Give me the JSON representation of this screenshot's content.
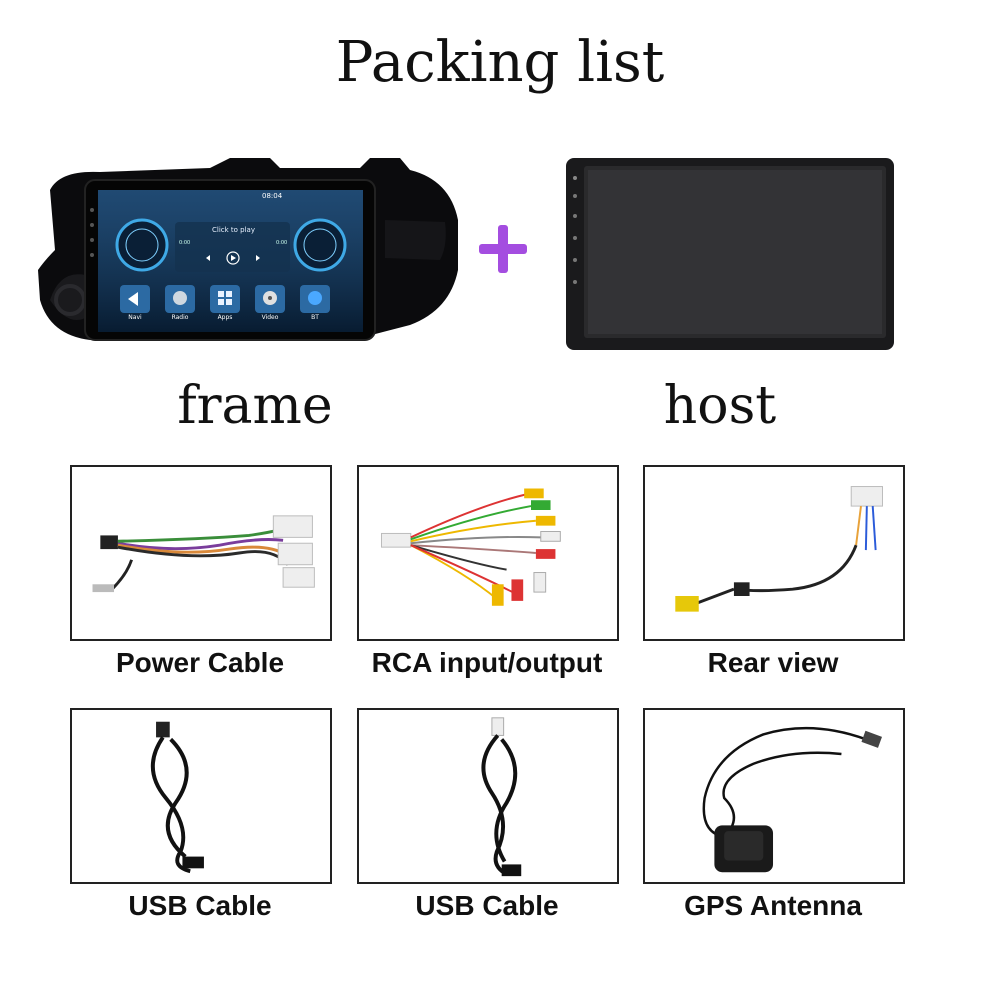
{
  "title": "Packing list",
  "frame_label": "frame",
  "host_label": "host",
  "screen": {
    "time": "08:04",
    "click_to_play": "Click to play",
    "left_time": "0:00",
    "right_time": "0:00",
    "apps": [
      {
        "label": "Navi",
        "icon": "navigation-icon"
      },
      {
        "label": "Radio",
        "icon": "radio-icon"
      },
      {
        "label": "Apps",
        "icon": "apps-grid-icon"
      },
      {
        "label": "Video",
        "icon": "video-reel-icon"
      },
      {
        "label": "BT",
        "icon": "bluetooth-icon"
      }
    ]
  },
  "items": [
    {
      "label": "Power Cable",
      "icon": "power-harness-icon"
    },
    {
      "label": "RCA input/output",
      "icon": "rca-cable-icon"
    },
    {
      "label": "Rear view",
      "icon": "rear-camera-cable-icon"
    },
    {
      "label": "USB Cable",
      "icon": "usb-cable-icon"
    },
    {
      "label": "USB Cable",
      "icon": "usb-cable-icon"
    },
    {
      "label": "GPS Antenna",
      "icon": "gps-antenna-icon"
    }
  ],
  "colors": {
    "plus": "#a44de0",
    "screen_bg": "#0f2a4a",
    "gauge": "#3fa9e6"
  }
}
